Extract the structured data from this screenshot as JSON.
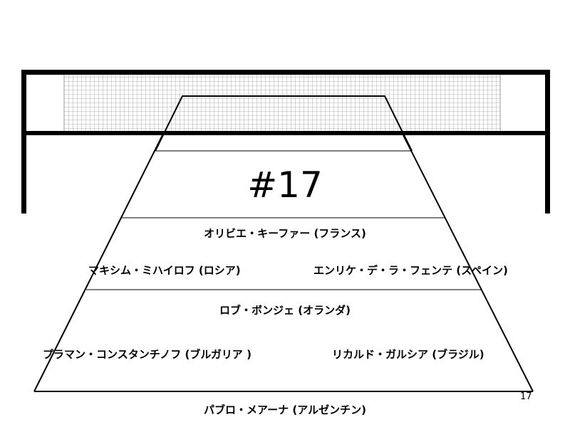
{
  "slide": {
    "title": "#17",
    "page_number": "17"
  },
  "players": {
    "top_center": "オリビエ・キーファー (フランス)",
    "middle_left": "マキシム・ミハイロフ (ロシア)",
    "middle_right": "エンリケ・デ・ラ・フェンテ (スペイン)",
    "center": "ロブ・ボンジェ (オランダ)",
    "lower_left": "プラマン・コンスタンチノフ (ブルガリア )",
    "lower_right": "リカルド・ガルシア (ブラジル)",
    "bottom_center": "パブロ・メアーナ (アルゼンチン)"
  },
  "colors": {
    "line": "#000000",
    "net_mesh": "#9a9a9a",
    "background": "#ffffff"
  }
}
